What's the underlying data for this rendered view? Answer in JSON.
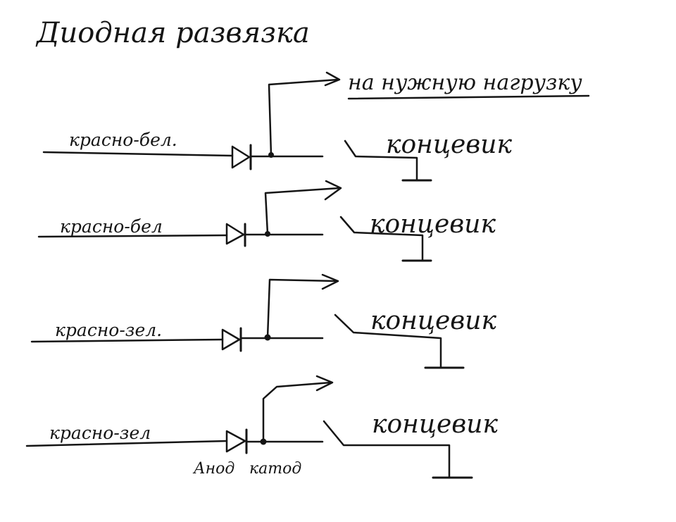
{
  "title": "Диодная развязка",
  "load_label": "на нужную нагрузку",
  "rows": [
    {
      "wire_label": "красно-бел.",
      "switch_label": "концевик"
    },
    {
      "wire_label": "красно-бел",
      "switch_label": "концевик"
    },
    {
      "wire_label": "красно-зел.",
      "switch_label": "концевик"
    },
    {
      "wire_label": "красно-зел",
      "switch_label": "концевик"
    }
  ],
  "anode_label": "Анод",
  "cathode_label": "катод"
}
